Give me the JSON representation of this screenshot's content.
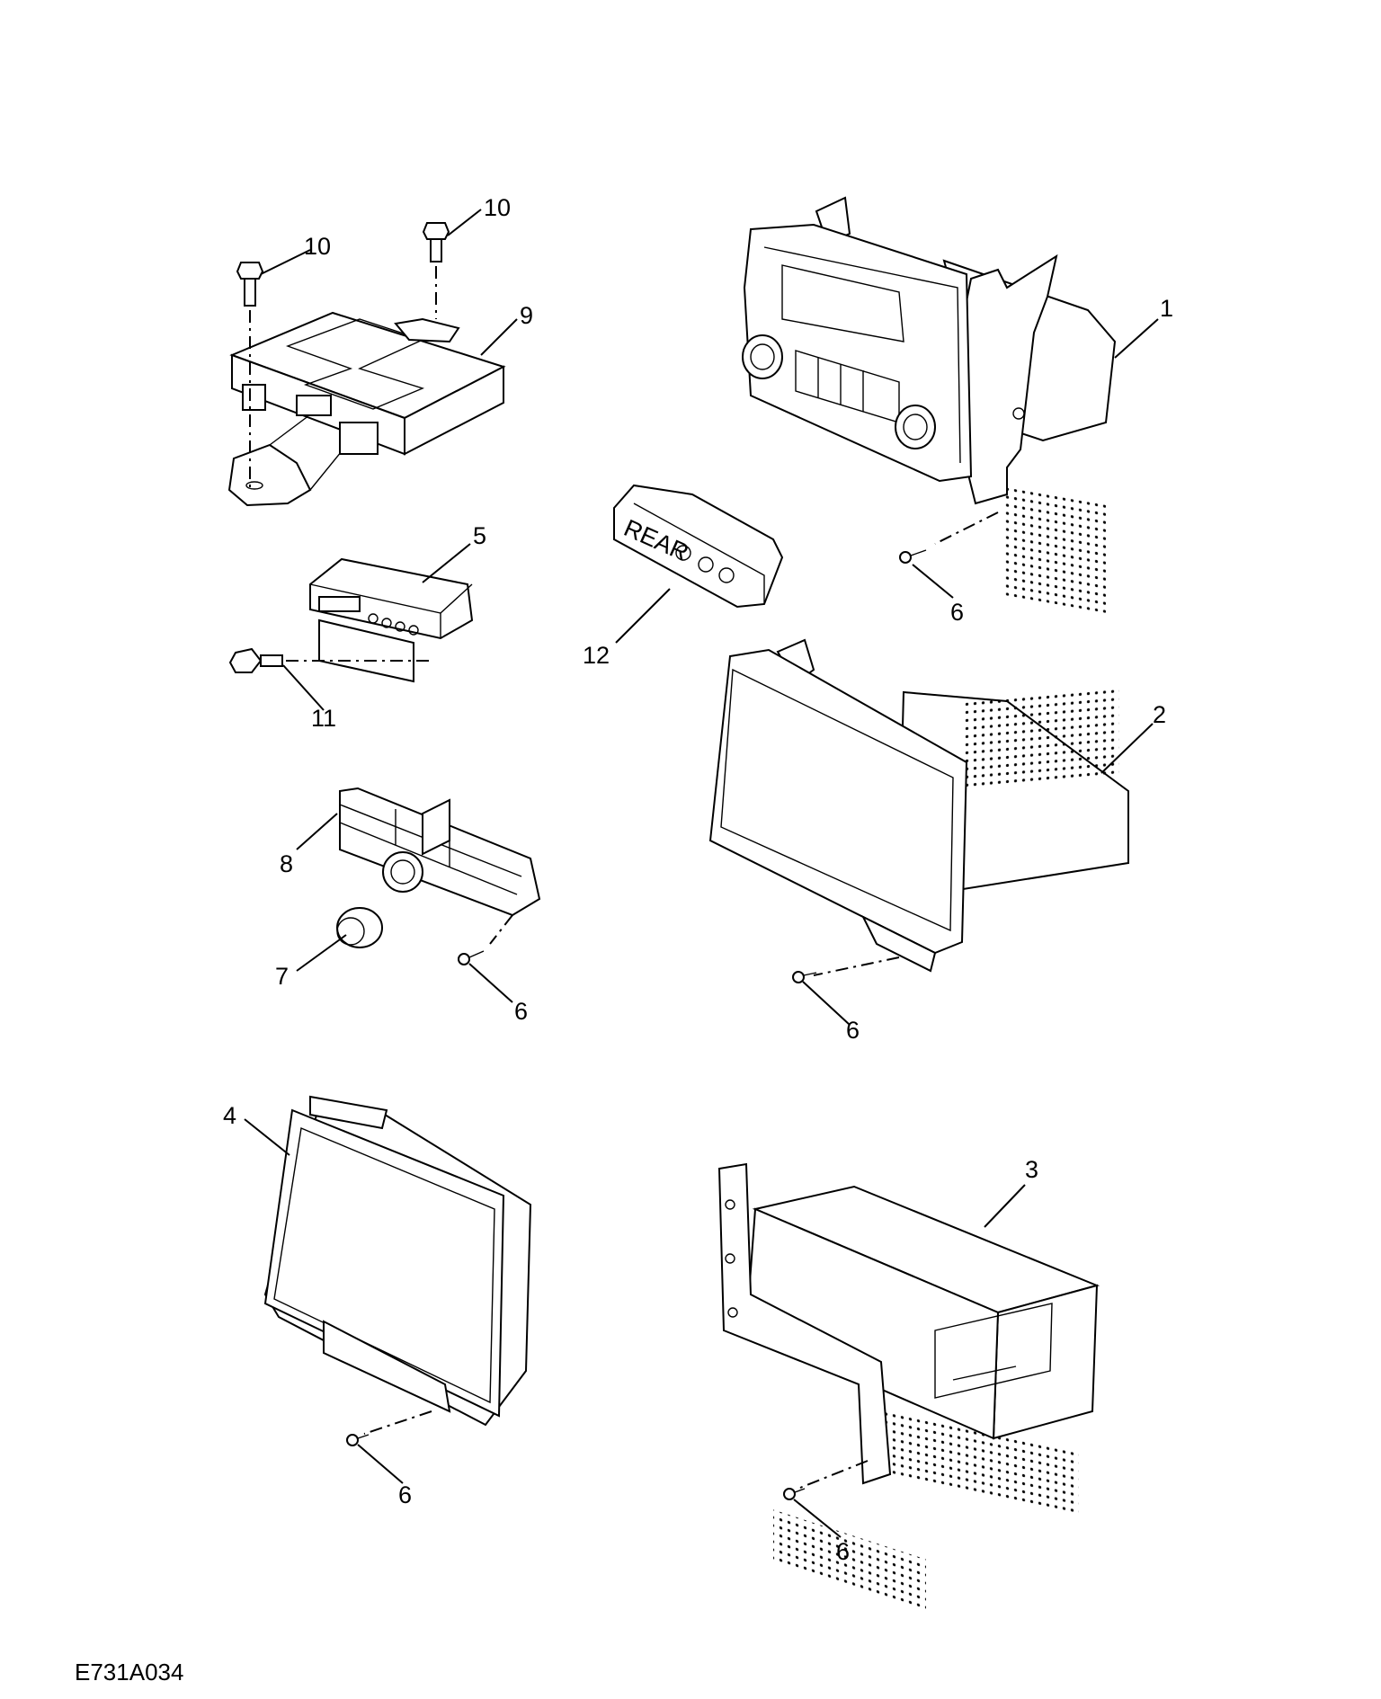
{
  "diagram_code": "E731A034",
  "callouts": [
    {
      "id": "c1",
      "label": "1"
    },
    {
      "id": "c2",
      "label": "2"
    },
    {
      "id": "c3",
      "label": "3"
    },
    {
      "id": "c4",
      "label": "4"
    },
    {
      "id": "c5",
      "label": "5"
    },
    {
      "id": "c6a",
      "label": "6"
    },
    {
      "id": "c6b",
      "label": "6"
    },
    {
      "id": "c6c",
      "label": "6"
    },
    {
      "id": "c6d",
      "label": "6"
    },
    {
      "id": "c6e",
      "label": "6"
    },
    {
      "id": "c7",
      "label": "7"
    },
    {
      "id": "c8",
      "label": "8"
    },
    {
      "id": "c9",
      "label": "9"
    },
    {
      "id": "c10a",
      "label": "10"
    },
    {
      "id": "c10b",
      "label": "10"
    },
    {
      "id": "c11",
      "label": "11"
    },
    {
      "id": "c12",
      "label": "12"
    }
  ],
  "panel_text": "REAR"
}
